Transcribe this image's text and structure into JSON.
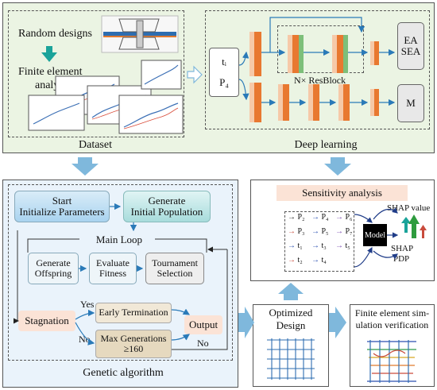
{
  "dataset": {
    "random_designs": "Random designs",
    "fea_line1": "Finite element",
    "fea_line2": "analysis",
    "caption": "Dataset"
  },
  "deep_learning": {
    "inputs": [
      "tᵢ",
      "P₄"
    ],
    "resblock": "N× ResBlock",
    "out_top_1": "EA",
    "out_top_2": "SEA",
    "out_bottom": "M",
    "caption": "Deep learning"
  },
  "ga": {
    "start_1": "Start",
    "start_2": "Initialize Parameters",
    "gen_1": "Generate",
    "gen_2": "Initial Population",
    "main_loop": "Main Loop",
    "offspring_1": "Generate",
    "offspring_2": "Offspring",
    "evaluate_1": "Evaluate",
    "evaluate_2": "Fitness",
    "tournament_1": "Tournament",
    "tournament_2": "Selection",
    "stagnation": "Stagnation",
    "yes": "Yes",
    "no_left": "No",
    "early_termination": "Early Termination",
    "max_gen_1": "Max Generations",
    "max_gen_2": "≥160",
    "output": "Output",
    "no_right": "No",
    "caption": "Genetic algorithm"
  },
  "sensitivity": {
    "title": "Sensitivity analysis",
    "params": [
      [
        "P₂",
        "P₄",
        "P₆"
      ],
      [
        "P₃",
        "P₅",
        "P₇"
      ],
      [
        "t₁",
        "t₃",
        "t₅"
      ],
      [
        "t₂",
        "t₄",
        ""
      ]
    ],
    "model": "Model",
    "shap_value": "SHAP value",
    "shap": "SHAP",
    "pdp": "PDP"
  },
  "optimized": {
    "line1": "Optimized",
    "line2": "Design"
  },
  "fe_sim": {
    "line1": "Finite element sim-",
    "line2": "ulation verification"
  },
  "colors": {
    "green_panel": "#ebf4e3",
    "blue_panel": "#eaf3fb",
    "orange": "#e87830",
    "peach": "#f6c9a8",
    "arrow_blue": "#7fb8dc"
  }
}
